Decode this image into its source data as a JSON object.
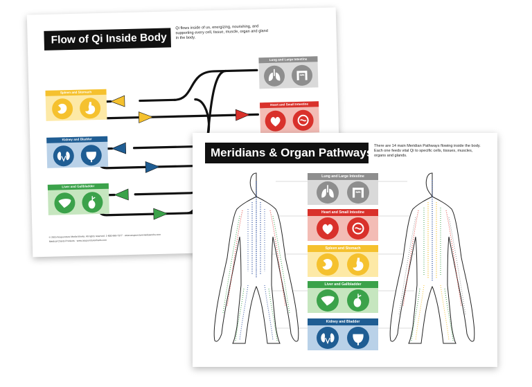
{
  "back_sheet": {
    "title": "Flow of Qi Inside Body",
    "intro": "Qi flows inside of us, energizing, nourishing, and supporting every cell, tissue, muscle, organ and gland in the body.",
    "footer_line1": "© 2015 Acupuncture Media Works. All rights reserved. 1-800-969-7377 · www.acupuncturemediaworks.com",
    "footer_line2": "Medical Charts Products · www.acupuncturecharts.com",
    "cards": [
      {
        "label": "Spleen and Stomach",
        "color": "#f5c12e",
        "light": "#fde9a6",
        "icons": [
          "spleen-icon",
          "stomach-icon"
        ]
      },
      {
        "label": "Kidney and Bladder",
        "color": "#1f5d93",
        "light": "#b9d1e8",
        "icons": [
          "kidney-icon",
          "bladder-icon"
        ]
      },
      {
        "label": "Liver and Gallbladder",
        "color": "#3ba24a",
        "light": "#c6e6bf",
        "icons": [
          "liver-icon",
          "gallbladder-icon"
        ]
      },
      {
        "label": "Lung and Large Intestine",
        "color": "#8e8e8e",
        "light": "#d9d9d9",
        "icons": [
          "lungs-icon",
          "intestine-icon"
        ]
      },
      {
        "label": "Heart and Small Intestine",
        "color": "#d9312b",
        "light": "#f3bcb5",
        "icons": [
          "heart-icon",
          "small-intestine-icon"
        ]
      }
    ]
  },
  "front_sheet": {
    "title": "Meridians & Organ Pathways",
    "intro": "There are 14 main Meridian Pathways flowing inside the body. Each one feeds vital Qi to specific cells, tissues, muscles, organs and glands.",
    "cards": [
      {
        "label": "Lung and Large Intestine",
        "color": "#8e8e8e",
        "light": "#d9d9d9",
        "icons": [
          "lungs-icon",
          "intestine-icon"
        ]
      },
      {
        "label": "Heart and Small Intestine",
        "color": "#d9312b",
        "light": "#f3bcb5",
        "icons": [
          "heart-icon",
          "small-intestine-icon"
        ]
      },
      {
        "label": "Spleen and Stomach",
        "color": "#f5c12e",
        "light": "#fde9a6",
        "icons": [
          "spleen-icon",
          "stomach-icon"
        ]
      },
      {
        "label": "Liver and Gallbladder",
        "color": "#3ba24a",
        "light": "#c6e6bf",
        "icons": [
          "liver-icon",
          "gallbladder-icon"
        ]
      },
      {
        "label": "Kidney and Bladder",
        "color": "#1f5d93",
        "light": "#b9d1e8",
        "icons": [
          "kidney-icon",
          "bladder-icon"
        ]
      }
    ]
  }
}
